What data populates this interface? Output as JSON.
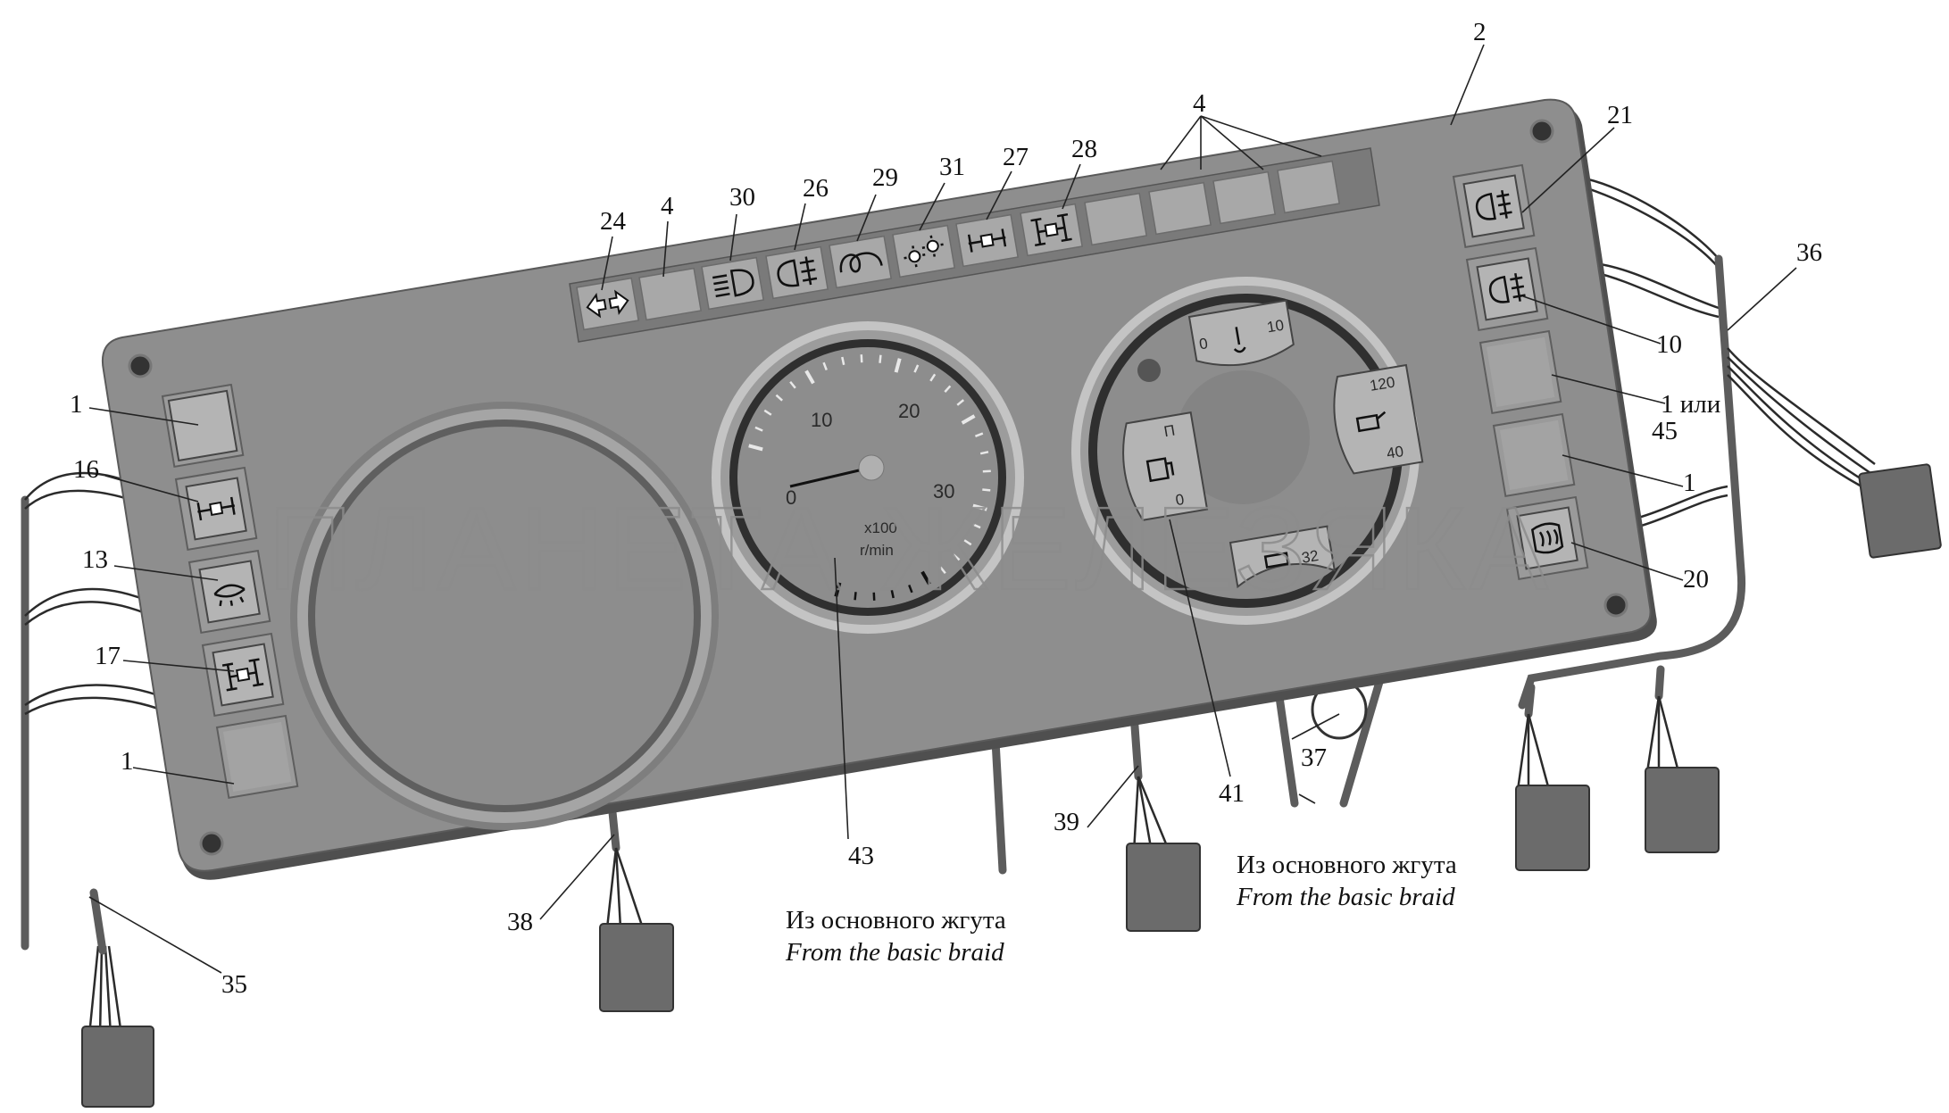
{
  "callouts": {
    "c1_top_left": "1",
    "c16": "16",
    "c13": "13",
    "c17": "17",
    "c1_bottom_left": "1",
    "c35": "35",
    "c38": "38",
    "c43": "43",
    "c39": "39",
    "c41": "41",
    "c37": "37",
    "c24": "24",
    "c4_lamp": "4",
    "c30": "30",
    "c26": "26",
    "c29": "29",
    "c31": "31",
    "c27": "27",
    "c28": "28",
    "c4_group": "4",
    "c2": "2",
    "c21": "21",
    "c36": "36",
    "c10": "10",
    "c1_ili": "1 или",
    "c45": "45",
    "c1_right": "1",
    "c20": "20"
  },
  "captions": {
    "left_ru": "Из основного жгута",
    "left_en": "From the basic braid",
    "right_ru": "Из основного жгута",
    "right_en": "From the basic braid"
  },
  "tachometer": {
    "marks": [
      "0",
      "10",
      "20",
      "30"
    ],
    "unit_multiplier": "x100",
    "unit": "r/min"
  },
  "combo_gauge": {
    "temp_min": "0",
    "temp_max": "10",
    "pressure_hi": "120",
    "pressure_lo": "40",
    "fuel_hi": "П",
    "fuel_lo": "0",
    "voltage": "32"
  },
  "watermark": "ПЛАНЕТА ЖЕЛЕЗЯКА",
  "icons": {
    "turn": "turn-signal-icon",
    "headlamp": "headlamp-icon",
    "fog": "fog-lamp-icon",
    "glow": "glow-plug-icon",
    "sun": "brightness-icon",
    "axle": "axle-lock-icon",
    "diff": "differential-lock-icon",
    "rear_fog": "rear-fog-icon",
    "defrost": "mirror-heater-icon"
  },
  "colors": {
    "panel": "#8e8e8e",
    "panel_edge": "#4f4f4f",
    "lamp": "#a8a8a8",
    "gauge_face": "#8d8d8d"
  }
}
